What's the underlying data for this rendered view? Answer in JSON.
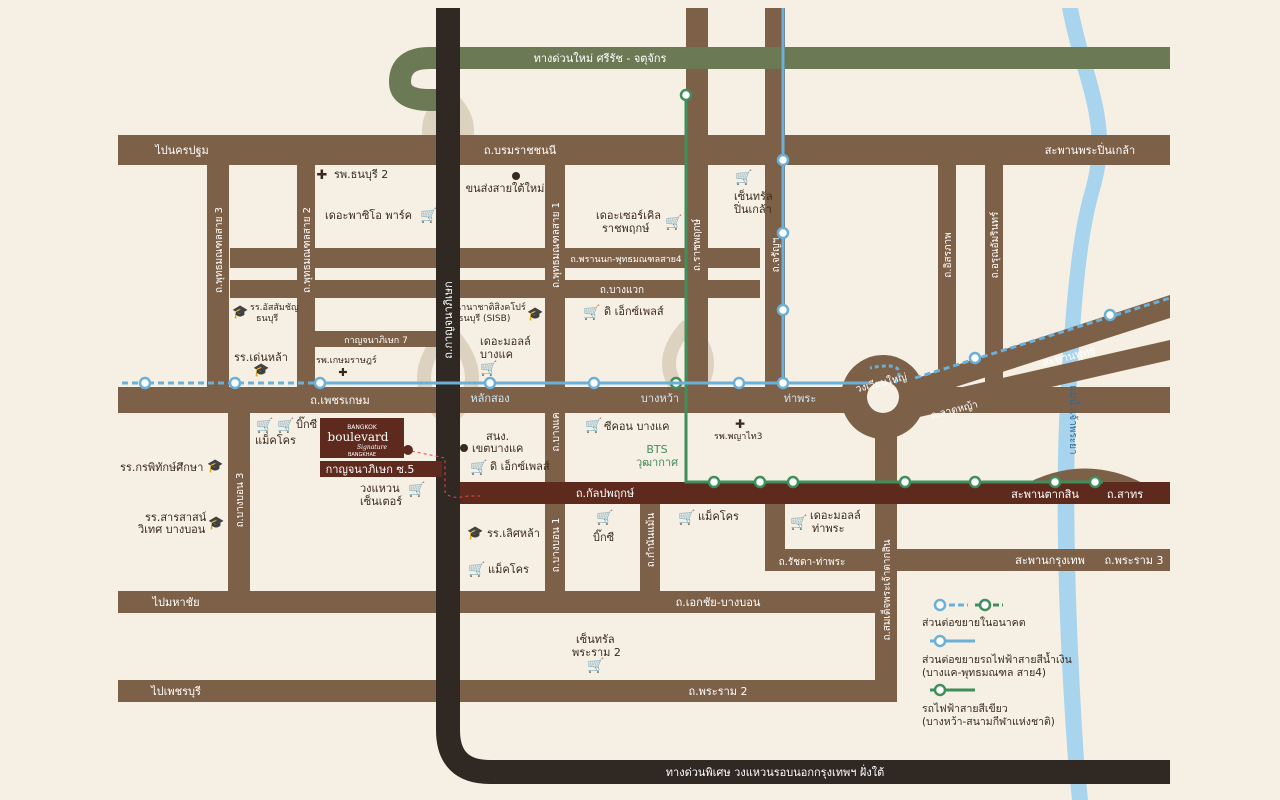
{
  "colors": {
    "background": "#f6efe3",
    "road": "#7d6048",
    "expressway_dark": "#2f2823",
    "expressway_green": "#6b7a55",
    "main_road_highlight": "#5e2a1e",
    "blue_line": "#6ab0d8",
    "green_line": "#3f8f5a",
    "river": "#a8d4ee"
  },
  "roads": {
    "expressway_top": "ทางด่วนใหม่ ศรีรัช - จตุจักร",
    "expressway_bottom": "ทางด่วนพิเศษ วงแหวนรอบนอกกรุงเทพฯ ฝั่งใต้",
    "boromratchonnani": "ถ.บรมราชชนนี",
    "to_nakhon_pathom": "ไปนครปฐม",
    "pinklao_bridge": "สะพานพระปิ่นเกล้า",
    "phran_nok": "ถ.พรานนก-พุทธมณฑลสาย4",
    "bang_waek": "ถ.บางแวก",
    "phetkasem": "ถ.เพชรเกษม",
    "kanchanaphisek_7": "กาญจนาภิเษก 7",
    "kanchanaphisek_v": "ถ.กาญจนาภิเษก",
    "kalapaphruek": "ถ.กัลปพฤกษ์",
    "ekkachai": "ถ.เอกชัย-บางบอน",
    "rama2": "ถ.พระราม 2",
    "to_mahachai": "ไปมหาชัย",
    "to_phetchaburi": "ไปเพชรบุรี",
    "buddhamonthon3": "ถ.พุทธมณฑลสาย 3",
    "buddhamonthon2": "ถ.พุทธมณฑลสาย 2",
    "buddhamonthon1": "ถ.พุทธมณฑลสาย 1",
    "ratchaphruek": "ถ.ราชพฤกษ์",
    "charan": "ถ.จรัญฯ",
    "itsaraphap": "ถ.อิสรภาพ",
    "arun_amarin": "ถ.อรุณอัมรินทร์",
    "bang_bon3": "ถ.บางบอน 3",
    "bang_bon1": "ถ.บางบอน 1",
    "bang_khae": "ถ.บางแค",
    "kalapaphruek_v": "ถ.กำนันแม้น",
    "somdet": "ถ.สมเด็จพระเจ้าตากสิน",
    "ratchada_thapra": "ถ.รัชดา-ท่าพระ",
    "taksin_bridge": "สะพานตากสิน",
    "sathon": "ถ.สาทร",
    "krungthep_bridge": "สะพานกรุงเทพ",
    "rama3": "ถ.พระราม 3",
    "phutthayotfa_bridge": "สะพานพุทธ",
    "lat_ya": "ถ.ลาดหญ้า",
    "wongwian_yai": "วงเวียนใหญ่",
    "chao_phraya": "แม่น้ำเจ้าพระยา"
  },
  "stations": {
    "lak_song": "หลักสอง",
    "bang_wa": "บางหว้า",
    "tha_phra": "ท่าพระ",
    "bts_wutthakat_1": "BTS",
    "bts_wutthakat_2": "วุฒากาศ"
  },
  "project": {
    "brand_top": "BANGKOK",
    "brand_main": "boulevard",
    "brand_script": "Signature",
    "brand_bottom": "BANGKHAE",
    "soi_label": "กาญจนาภิเษก ซ.5"
  },
  "pois": {
    "thonburi2_hospital": "รพ.ธนบุรี 2",
    "southern_bus": "ขนส่งสายใต้ใหม่",
    "paseo": "เดอะพาซิโอ พาร์ค",
    "circle": "เดอะเซอร์เคิล",
    "circle2": "ราชพฤกษ์",
    "central_pinklao_1": "เซ็นทรัล",
    "central_pinklao_2": "ปิ่นเกล้า",
    "assumption_1": "รร.อัสสัมชัญ",
    "assumption_2": "ธนบุรี",
    "sisb_1": "นานาชาติสิงคโปร์",
    "sisb_2": "ธนบุรี (SISB)",
    "express_1": "ดิ เอ็กซ์เพลส์",
    "denla": "รร.เด่นหล้า",
    "kasem_hospital": "รพ.เกษมราษฎร์",
    "mall_bangkhae_1": "เดอะมอลล์",
    "mall_bangkhae_2": "บางแค",
    "big_c_1": "บิ๊กซี",
    "makro_1": "แม็คโคร",
    "seacon": "ซีคอน บางแค",
    "phyathai3": "รพ.พญาไท3",
    "district_1": "สนง.",
    "district_2": "เขตบางแค",
    "express_2": "ดิ เอ็กซ์เพลส์",
    "wongwaen_1": "วงแหวน",
    "wongwaen_2": "เซ็นเตอร์",
    "karun_school": "รร.กรพิทักษ์ศึกษา",
    "sarasas_1": "รร.สารสาสน์",
    "sarasas_2": "วิเทศ บางบอน",
    "lertla": "รร.เลิศหล้า",
    "big_c_2": "บิ๊กซี",
    "makro_2": "แม็คโคร",
    "makro_3": "แม็คโคร",
    "mall_thapra_1": "เดอะมอลล์",
    "mall_thapra_2": "ท่าพระ",
    "central_rama2_1": "เซ็นทรัล",
    "central_rama2_2": "พระราม 2"
  },
  "legend": {
    "future": "ส่วนต่อขยายในอนาคต",
    "blue_1": "ส่วนต่อขยายรถไฟฟ้าสายสีน้ำเงิน",
    "blue_2": "(บางแค-พุทธมณฑล สาย4)",
    "green_1": "รถไฟฟ้าสายสีเขียว",
    "green_2": "(บางหว้า-สนามกีฬาแห่งชาติ)"
  }
}
